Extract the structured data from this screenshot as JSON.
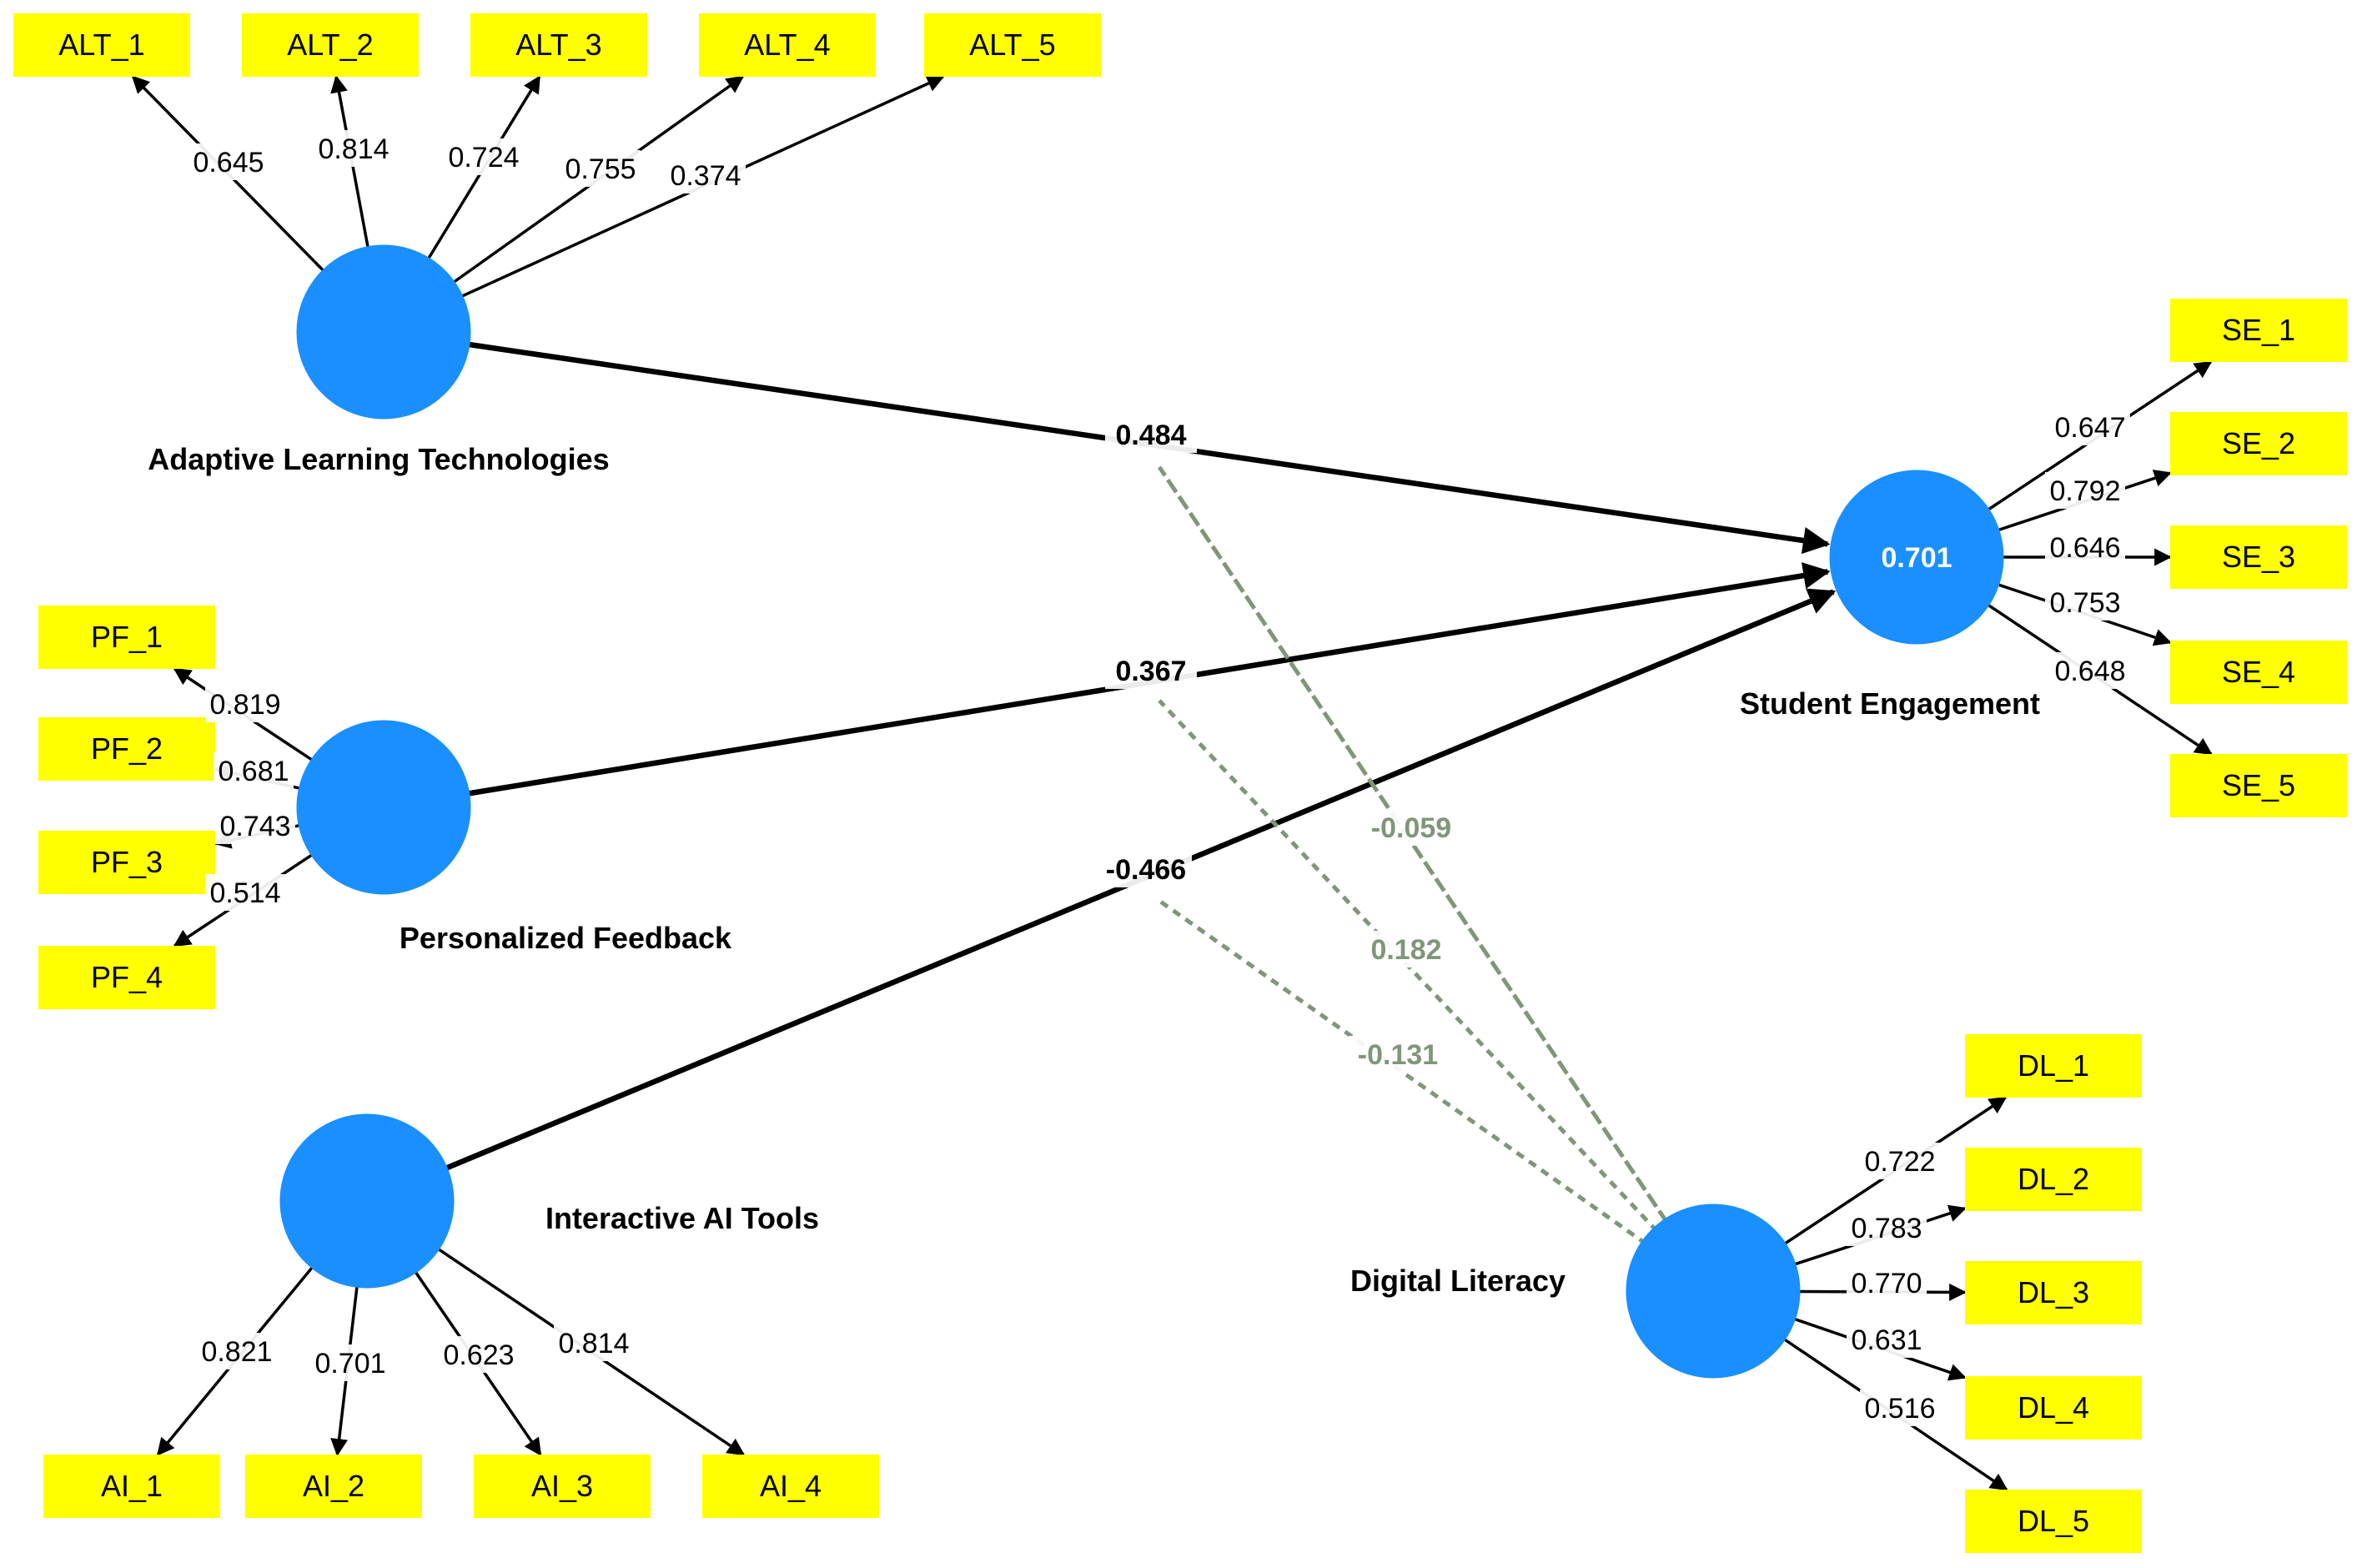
{
  "constructs": [
    {
      "id": "ALT",
      "name": "Adaptive Learning Technologies",
      "r2": ""
    },
    {
      "id": "PF",
      "name": "Personalized Feedback",
      "r2": ""
    },
    {
      "id": "AI",
      "name": "Interactive AI Tools",
      "r2": ""
    },
    {
      "id": "SE",
      "name": "Student Engagement",
      "r2": "0.701"
    },
    {
      "id": "DL",
      "name": "Digital Literacy",
      "r2": ""
    }
  ],
  "indicators": {
    "ALT": [
      {
        "name": "ALT_1",
        "loading": "0.645"
      },
      {
        "name": "ALT_2",
        "loading": "0.814"
      },
      {
        "name": "ALT_3",
        "loading": "0.724"
      },
      {
        "name": "ALT_4",
        "loading": "0.755"
      },
      {
        "name": "ALT_5",
        "loading": "0.374"
      }
    ],
    "PF": [
      {
        "name": "PF_1",
        "loading": "0.819"
      },
      {
        "name": "PF_2",
        "loading": "0.681"
      },
      {
        "name": "PF_3",
        "loading": "0.743"
      },
      {
        "name": "PF_4",
        "loading": "0.514"
      }
    ],
    "AI": [
      {
        "name": "AI_1",
        "loading": "0.821"
      },
      {
        "name": "AI_2",
        "loading": "0.701"
      },
      {
        "name": "AI_3",
        "loading": "0.623"
      },
      {
        "name": "AI_4",
        "loading": "0.814"
      }
    ],
    "SE": [
      {
        "name": "SE_1",
        "loading": "0.647"
      },
      {
        "name": "SE_2",
        "loading": "0.792"
      },
      {
        "name": "SE_3",
        "loading": "0.646"
      },
      {
        "name": "SE_4",
        "loading": "0.753"
      },
      {
        "name": "SE_5",
        "loading": "0.648"
      }
    ],
    "DL": [
      {
        "name": "DL_1",
        "loading": "0.722"
      },
      {
        "name": "DL_2",
        "loading": "0.783"
      },
      {
        "name": "DL_3",
        "loading": "0.770"
      },
      {
        "name": "DL_4",
        "loading": "0.631"
      },
      {
        "name": "DL_5",
        "loading": "0.516"
      }
    ]
  },
  "paths": [
    {
      "from": "ALT",
      "to": "SE",
      "coefficient": "0.484"
    },
    {
      "from": "PF",
      "to": "SE",
      "coefficient": "0.367"
    },
    {
      "from": "AI",
      "to": "SE",
      "coefficient": "-0.466"
    }
  ],
  "moderating_paths": [
    {
      "from": "DL",
      "on": "ALT -> SE",
      "coefficient": "-0.059"
    },
    {
      "from": "DL",
      "on": "PF -> SE",
      "coefficient": "0.182"
    },
    {
      "from": "DL",
      "on": "AI -> SE",
      "coefficient": "-0.131"
    }
  ],
  "colors": {
    "latent_fill": "#1a8fff",
    "indicator_fill": "#ffff00",
    "moderator_line": "#7f9778",
    "text": "#000000"
  }
}
